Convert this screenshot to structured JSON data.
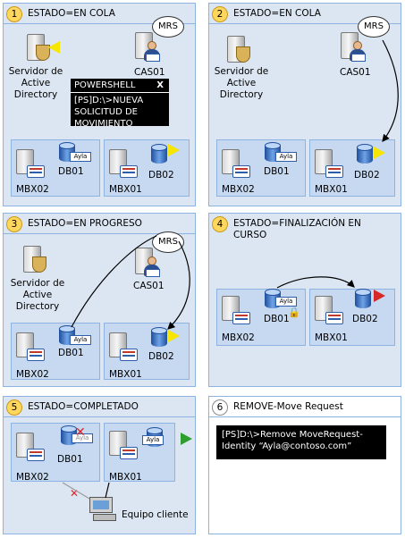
{
  "panels": [
    {
      "num": "1",
      "title": "ESTADO=EN COLA"
    },
    {
      "num": "2",
      "title": "ESTADO=EN COLA"
    },
    {
      "num": "3",
      "title": "ESTADO=EN PROGRESO"
    },
    {
      "num": "4",
      "title": "ESTADO=FINALIZACIÓN EN CURSO"
    },
    {
      "num": "5",
      "title": "ESTADO=COMPLETADO"
    },
    {
      "num": "6",
      "title": "REMOVE-Move Request"
    }
  ],
  "labels": {
    "ad_line1": "Servidor de",
    "ad_line2": "Active",
    "ad_line3": "Directory",
    "cas": "CAS01",
    "mrs": "MRS",
    "mbx02": "MBX02",
    "mbx01": "MBX01",
    "db01": "DB01",
    "db02": "DB02",
    "ayla": "Ayla",
    "client": "Equipo cliente"
  },
  "powershell": {
    "header": "POWERSHELL",
    "close": "X",
    "line1": "[PS]D:\\>NUEVA",
    "line2": "SOLICITUD DE",
    "line3": "MOVIMIENTO"
  },
  "remove_cmd": {
    "line1": "[PS]D:\\>Remove MoveRequest-",
    "line2": "Identity “Ayla@contoso.com”"
  },
  "colors": {
    "panel_bg": "#dce6f2",
    "panel_border": "#8db3e2",
    "badge": "#ffd75c",
    "flag_yellow": "#f7e600",
    "flag_red": "#d62828",
    "flag_green": "#2e9e2e"
  }
}
